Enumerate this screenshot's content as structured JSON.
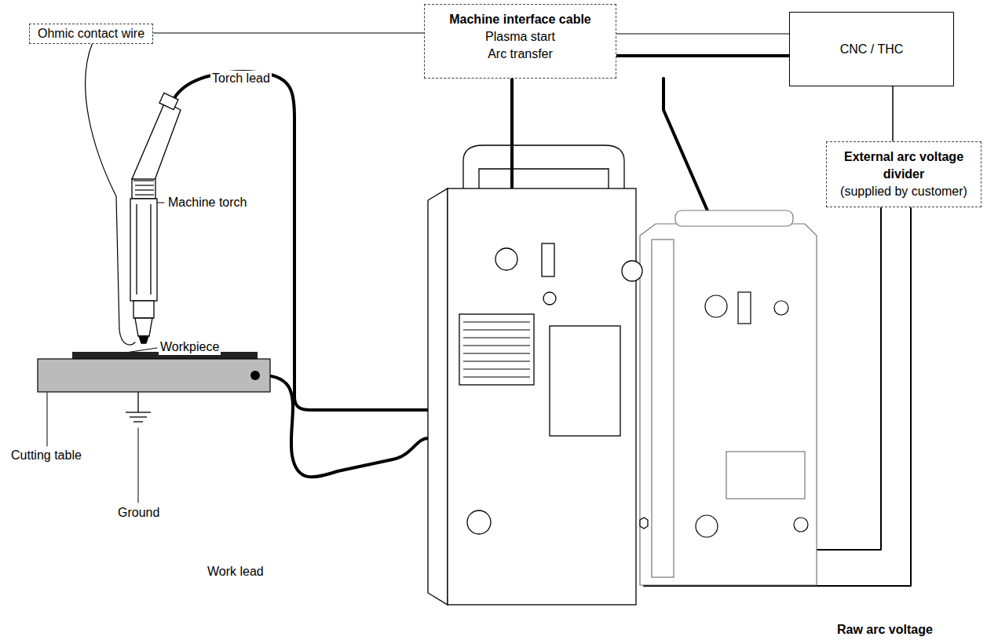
{
  "diagram": {
    "nodes": [
      {
        "text": [
          "Ohmic contact wire"
        ]
      },
      {
        "text": [
          "Machine interface cable",
          "Plasma start",
          "Arc transfer"
        ]
      },
      {
        "text": [
          "CNC / THC"
        ]
      },
      {
        "text": [
          "External arc voltage divider",
          "(supplied by customer)"
        ]
      }
    ],
    "edges": [
      {
        "from": 0,
        "to": 1,
        "arrow": "none"
      },
      {
        "from": 1,
        "to": 2,
        "arrow": "none"
      },
      {
        "from": 2,
        "to": 3,
        "arrow": "none"
      }
    ],
    "labels": [
      "Torch lead",
      "Machine torch",
      "Workpiece",
      "Cutting table",
      "Ground",
      "Work lead",
      "Raw arc voltage"
    ]
  }
}
